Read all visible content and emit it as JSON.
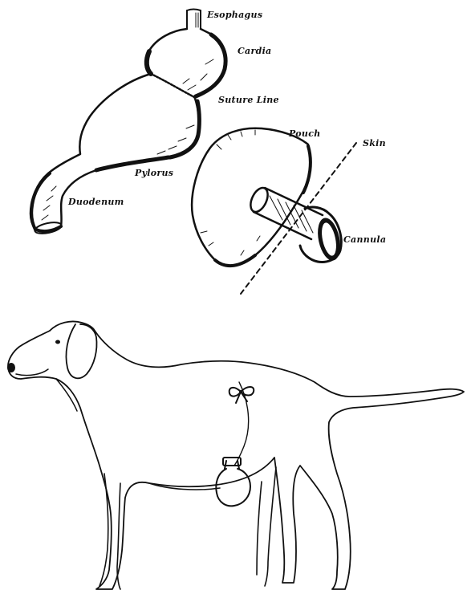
{
  "labels": {
    "esophagus": "Esophagus",
    "cardia": "Cardia",
    "suture_line": "Suture Line",
    "pylorus": "Pylorus",
    "duodenum": "Duodenum",
    "pouch": "Pouch",
    "skin": "Skin",
    "cannula": "Cannula"
  },
  "colors": {
    "ink": "#111111",
    "paper": "#ffffff"
  }
}
